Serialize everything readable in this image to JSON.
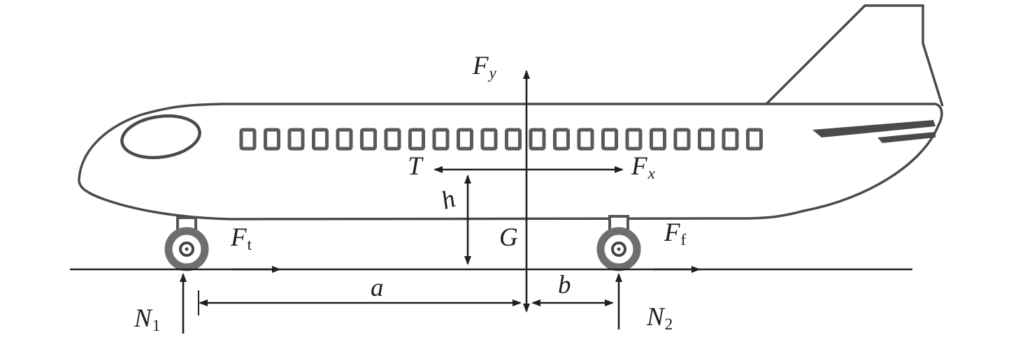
{
  "labels": {
    "Fy": {
      "main": "F",
      "sub": "y"
    },
    "T": {
      "main": "T"
    },
    "Fx": {
      "main": "F",
      "sub": "x"
    },
    "h": {
      "main": "h"
    },
    "G": {
      "main": "G"
    },
    "Ft": {
      "main": "F",
      "sub": "t"
    },
    "Ff": {
      "main": "F",
      "sub": "f"
    },
    "N1": {
      "main": "N",
      "sub": "1"
    },
    "N2": {
      "main": "N",
      "sub": "2"
    },
    "a": {
      "main": "a"
    },
    "b": {
      "main": "b"
    }
  },
  "colors": {
    "background": "#ffffff",
    "line": "#1f1f1f",
    "outline": "#4a4a4a",
    "window": "#5a5a5a",
    "tire": "#6e6e6e"
  }
}
